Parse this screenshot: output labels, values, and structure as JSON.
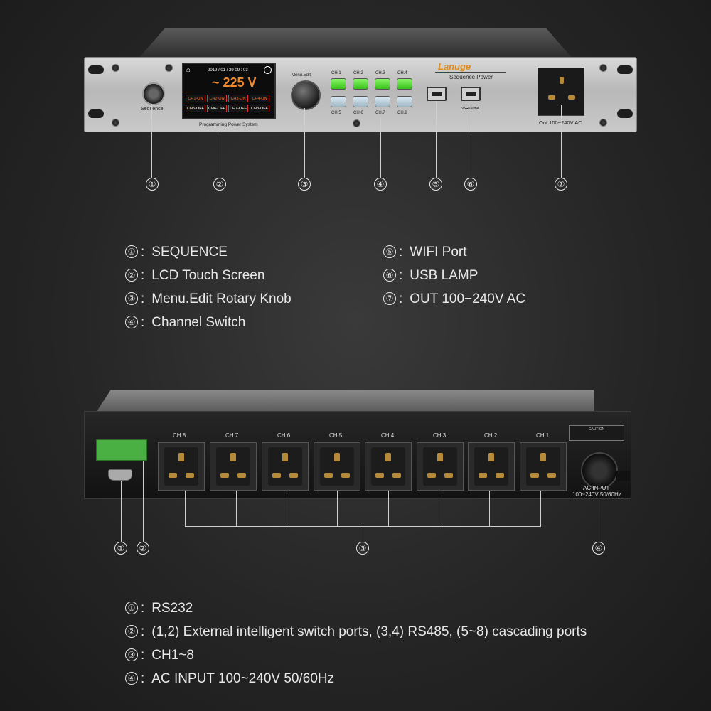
{
  "front": {
    "sequence_label": "Sequence",
    "lcd": {
      "datetime": "2019 / 01 / 29  09 : 03",
      "voltage": "~ 225 V",
      "buttons": [
        "CH1-ON",
        "CH2-ON",
        "CH3-ON",
        "CH4-ON",
        "CH5-OFF",
        "CH6-OFF",
        "CH7-OFF",
        "CH8-OFF"
      ],
      "caption": "Programming Power System"
    },
    "knob_label": "Menu.Edit",
    "switch_labels_top": [
      "CH.1",
      "CH.2",
      "CH.3",
      "CH.4"
    ],
    "switch_labels_bottom": [
      "CH.5",
      "CH.6",
      "CH.7",
      "CH.8"
    ],
    "brand": "Lanuge",
    "product_name": "Sequence Power",
    "usb_label": "5V⎓830mA",
    "outlet_label": "Out  100~240V AC",
    "callouts": [
      "①",
      "②",
      "③",
      "④",
      "⑤",
      "⑥",
      "⑦"
    ]
  },
  "front_legend": [
    {
      "num": "①",
      "text": "SEQUENCE"
    },
    {
      "num": "②",
      "text": "LCD Touch Screen"
    },
    {
      "num": "③",
      "text": "Menu.Edit Rotary Knob"
    },
    {
      "num": "④",
      "text": "Channel Switch"
    },
    {
      "num": "⑤",
      "text": "WIFI Port"
    },
    {
      "num": "⑥",
      "text": "USB LAMP"
    },
    {
      "num": "⑦",
      "text": "OUT 100−240V AC"
    }
  ],
  "rear": {
    "channel_labels": [
      "CH.8",
      "CH.7",
      "CH.6",
      "CH.5",
      "CH.4",
      "CH.3",
      "CH.2",
      "CH.1"
    ],
    "ac_input_label": "AC INPUT",
    "ac_input_spec": "100~240V 50/60Hz",
    "caution_label": "CAUTION",
    "callouts": [
      "①",
      "②",
      "③",
      "④"
    ]
  },
  "rear_legend": [
    {
      "num": "①",
      "text": "RS232"
    },
    {
      "num": "②",
      "text": "(1,2) External intelligent switch ports, (3,4) RS485, (5~8) cascading ports"
    },
    {
      "num": "③",
      "text": "CH1~8"
    },
    {
      "num": "④",
      "text": "AC INPUT 100~240V 50/60Hz"
    }
  ]
}
